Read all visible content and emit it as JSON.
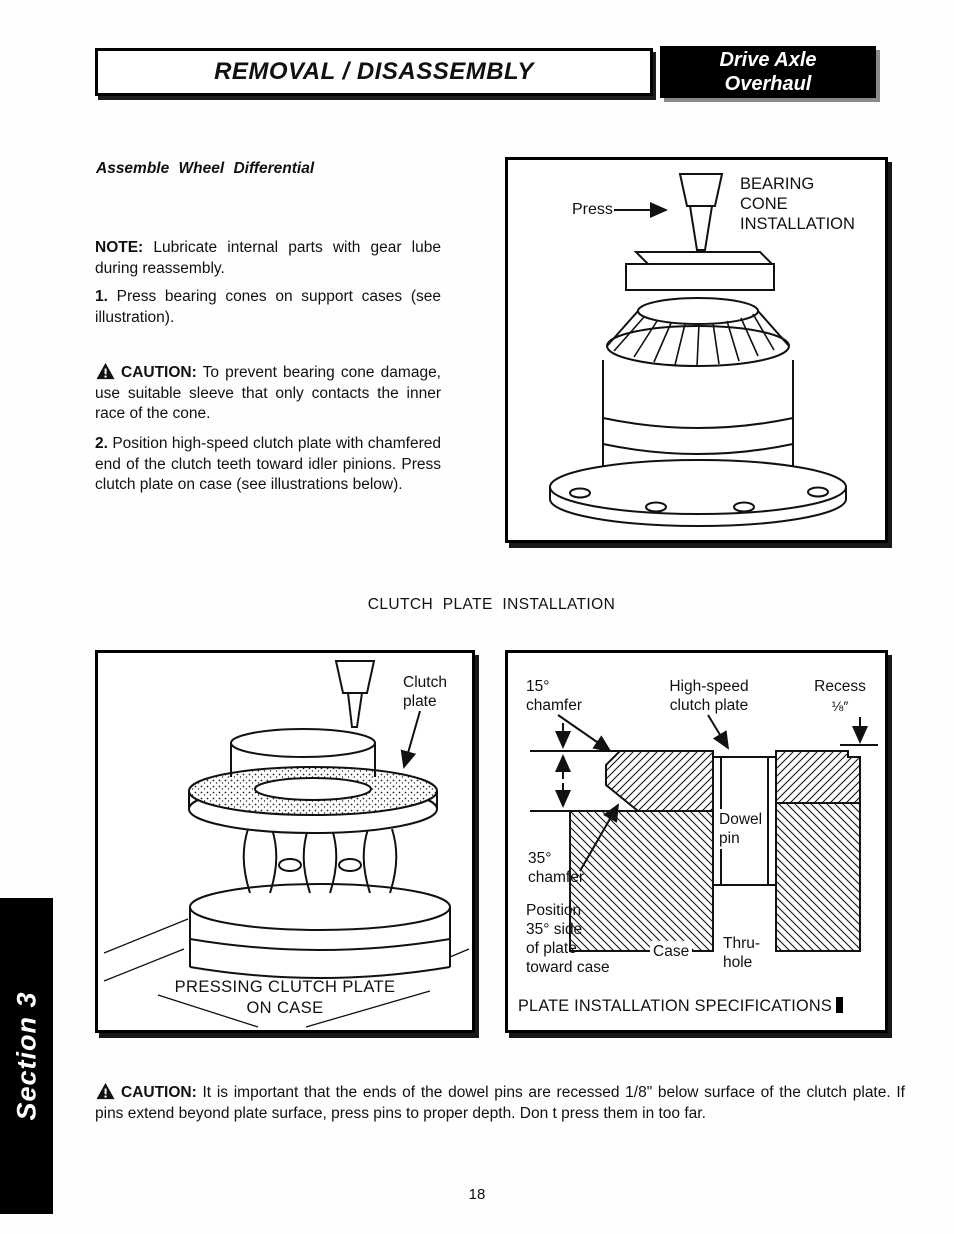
{
  "colors": {
    "ink": "#111111",
    "paper": "#ffffff"
  },
  "header": {
    "title": "REMOVAL / DISASSEMBLY",
    "badge": "Drive Axle\nOverhaul"
  },
  "sidebar": {
    "section_label": "Section 3"
  },
  "body": {
    "heading": "Assemble Wheel Differential",
    "note": {
      "label": "NOTE:",
      "text": " Lubricate internal parts with gear lube during reassembly."
    },
    "step1": {
      "label": "1.",
      "text": " Press bearing cones on support cases (see illustration)."
    },
    "caution1": {
      "label": "CAUTION:",
      "text": " To prevent bearing cone damage, use suitable sleeve that only contacts the inner race of the cone."
    },
    "step2": {
      "label": "2.",
      "text": " Position high-speed clutch plate with chamfered end of the clutch teeth toward idler pinions. Press clutch plate on case (see illustrations below)."
    },
    "caution2": {
      "label": "CAUTION:",
      "text": " It is important that the ends of the dowel pins are recessed 1/8\" below surface of the clutch plate. If pins extend beyond plate surface, press pins to proper depth. Don t press them in too far."
    }
  },
  "figures": {
    "bearing": {
      "title": "BEARING\nCONE\nINSTALLATION",
      "press_label": "Press"
    },
    "section_title": "CLUTCH PLATE INSTALLATION",
    "pressing": {
      "clutch_plate_label": "Clutch\nplate",
      "caption": "PRESSING CLUTCH PLATE\nON CASE"
    },
    "specs": {
      "chamfer_15": "15°\nchamfer",
      "plate_label": "High-speed\nclutch plate",
      "recess_label": "Recess",
      "recess_value": "⅛″",
      "chamfer_35": "35°\nchamfer",
      "dowel_pin": "Dowel\npin",
      "position_note": "Position\n35° side\nof plate\ntoward case",
      "case_label": "Case",
      "thru_hole": "Thru-\nhole",
      "caption": "PLATE INSTALLATION SPECIFICATIONS"
    }
  },
  "footer": {
    "page_number": "18"
  }
}
